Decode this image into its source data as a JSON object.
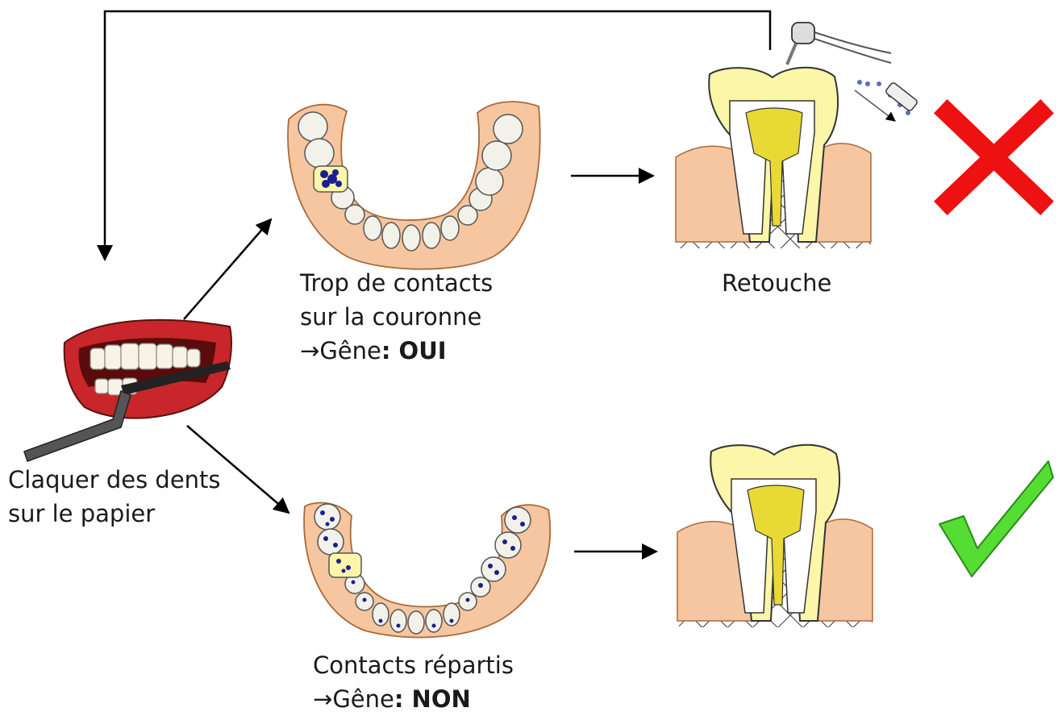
{
  "start": {
    "line1": "Claquer des dents",
    "line2": "sur le papier"
  },
  "top_branch": {
    "line1": "Trop de contacts",
    "line2": "sur la couronne",
    "gene_prefix": "Gêne",
    "gene_value": ": OUI",
    "action": "Retouche",
    "result_symbol": "cross-icon"
  },
  "bottom_branch": {
    "line1": "Contacts répartis",
    "gene_prefix": "Gêne",
    "gene_value": ": NON",
    "result_symbol": "check-icon"
  },
  "colors": {
    "gum": "#f6c6a0",
    "tooth": "#f2f2ea",
    "crown": "#fbf6a8",
    "contact": "#1a1f8f",
    "cross": "#ee1111",
    "check": "#55dd33",
    "lips": "#c8262a"
  }
}
